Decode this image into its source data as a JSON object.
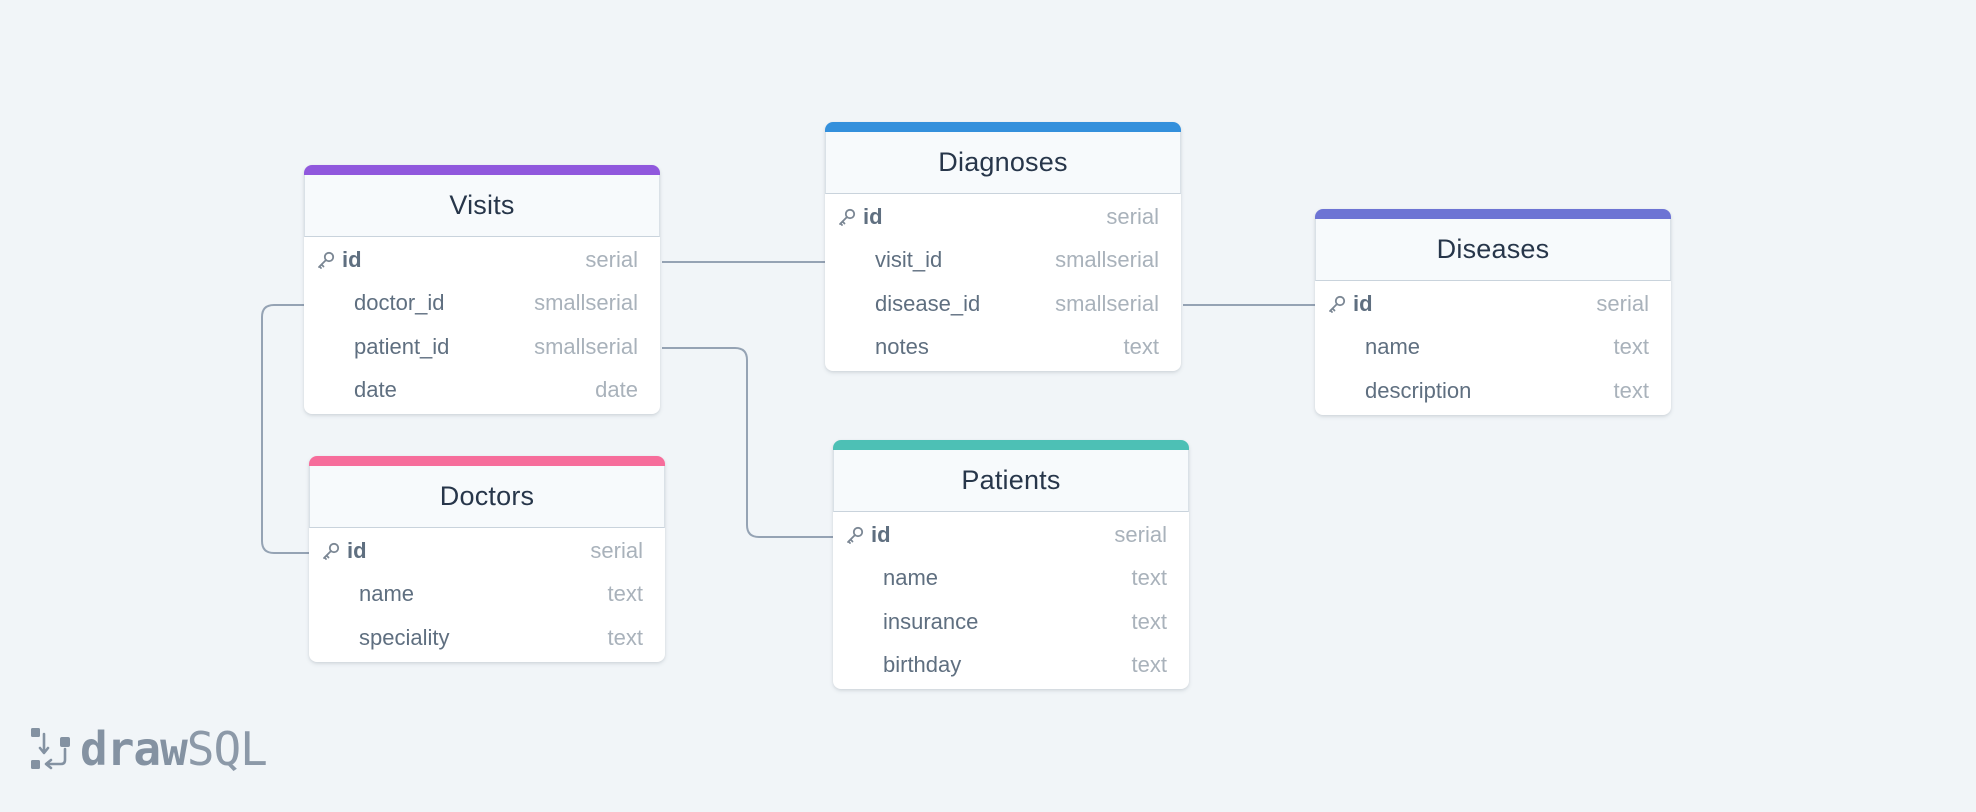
{
  "app": {
    "logo_bold": "draw",
    "logo_light": "SQL"
  },
  "colors": {
    "visits": "#9058dd",
    "diagnoses": "#3490dc",
    "diseases": "#6d74d4",
    "doctors": "#f66d9b",
    "patients": "#4dc0b5",
    "connector": "#95a3b4"
  },
  "tables": {
    "visits": {
      "name": "Visits",
      "columns": [
        {
          "name": "id",
          "type": "serial",
          "pk": true
        },
        {
          "name": "doctor_id",
          "type": "smallserial",
          "pk": false
        },
        {
          "name": "patient_id",
          "type": "smallserial",
          "pk": false
        },
        {
          "name": "date",
          "type": "date",
          "pk": false
        }
      ]
    },
    "diagnoses": {
      "name": "Diagnoses",
      "columns": [
        {
          "name": "id",
          "type": "serial",
          "pk": true
        },
        {
          "name": "visit_id",
          "type": "smallserial",
          "pk": false
        },
        {
          "name": "disease_id",
          "type": "smallserial",
          "pk": false
        },
        {
          "name": "notes",
          "type": "text",
          "pk": false
        }
      ]
    },
    "diseases": {
      "name": "Diseases",
      "columns": [
        {
          "name": "id",
          "type": "serial",
          "pk": true
        },
        {
          "name": "name",
          "type": "text",
          "pk": false
        },
        {
          "name": "description",
          "type": "text",
          "pk": false
        }
      ]
    },
    "doctors": {
      "name": "Doctors",
      "columns": [
        {
          "name": "id",
          "type": "serial",
          "pk": true
        },
        {
          "name": "name",
          "type": "text",
          "pk": false
        },
        {
          "name": "speciality",
          "type": "text",
          "pk": false
        }
      ]
    },
    "patients": {
      "name": "Patients",
      "columns": [
        {
          "name": "id",
          "type": "serial",
          "pk": true
        },
        {
          "name": "name",
          "type": "text",
          "pk": false
        },
        {
          "name": "insurance",
          "type": "text",
          "pk": false
        },
        {
          "name": "birthday",
          "type": "text",
          "pk": false
        }
      ]
    }
  }
}
